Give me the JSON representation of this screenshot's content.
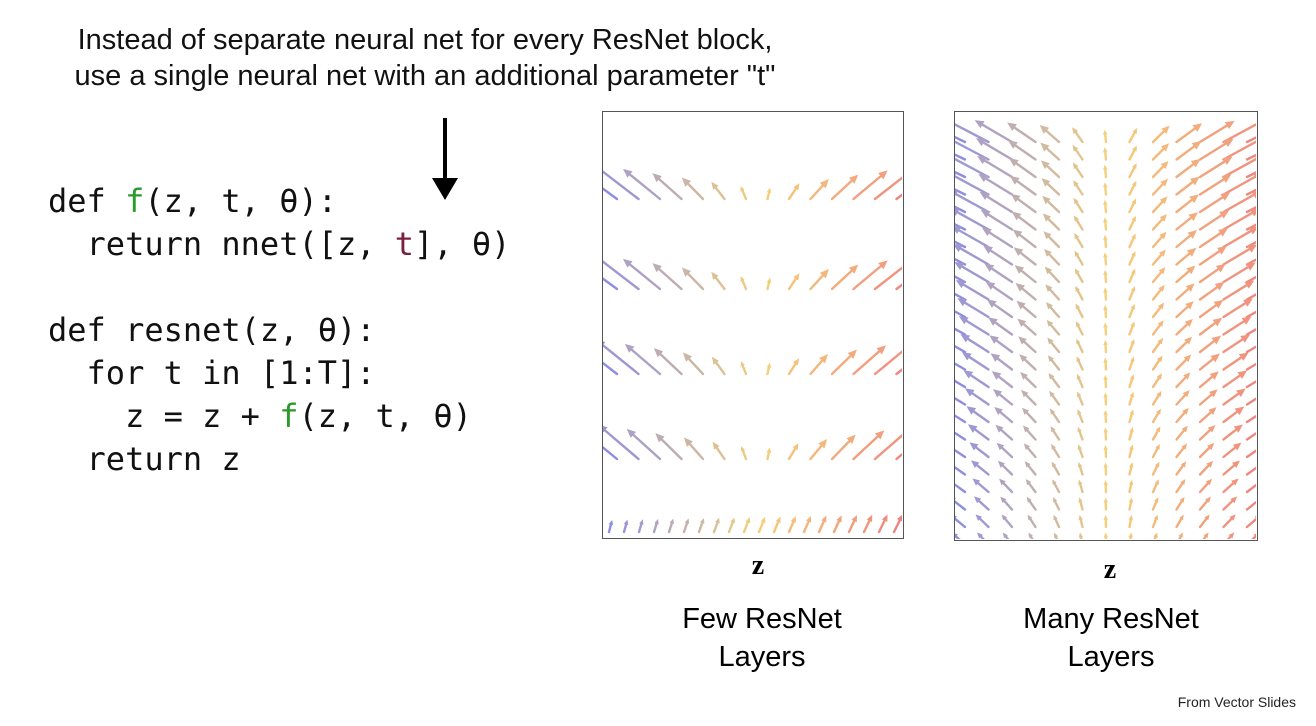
{
  "heading": {
    "line1": "Instead of separate neural net for every ResNet block,",
    "line2": "use a single neural net with an additional parameter \"t\""
  },
  "code": {
    "f_def": {
      "kw": "def ",
      "fn": "f",
      "rest": "(z, t, θ):"
    },
    "f_return": {
      "pre": "  return nnet([z, ",
      "t": "t",
      "post": "], θ)"
    },
    "resnet_def": "def resnet(z, θ):",
    "for_line": "  for t in [1:T]:",
    "update": {
      "pre": "    z = z + ",
      "fn": "f",
      "post": "(z, t, θ)"
    },
    "ret": "  return z"
  },
  "panels": [
    {
      "axis_label": "z",
      "caption_line1": "Few ResNet",
      "caption_line2": "Layers"
    },
    {
      "axis_label": "z",
      "caption_line1": "Many ResNet",
      "caption_line2": "Layers"
    }
  ],
  "source": "From Vector Slides",
  "colors": {
    "function_name": "#2a9a2a",
    "t_variable": "#7a1f3d",
    "arrow_left": "#8a8ae6",
    "arrow_center": "#f5d27a",
    "arrow_right": "#ee8080"
  }
}
